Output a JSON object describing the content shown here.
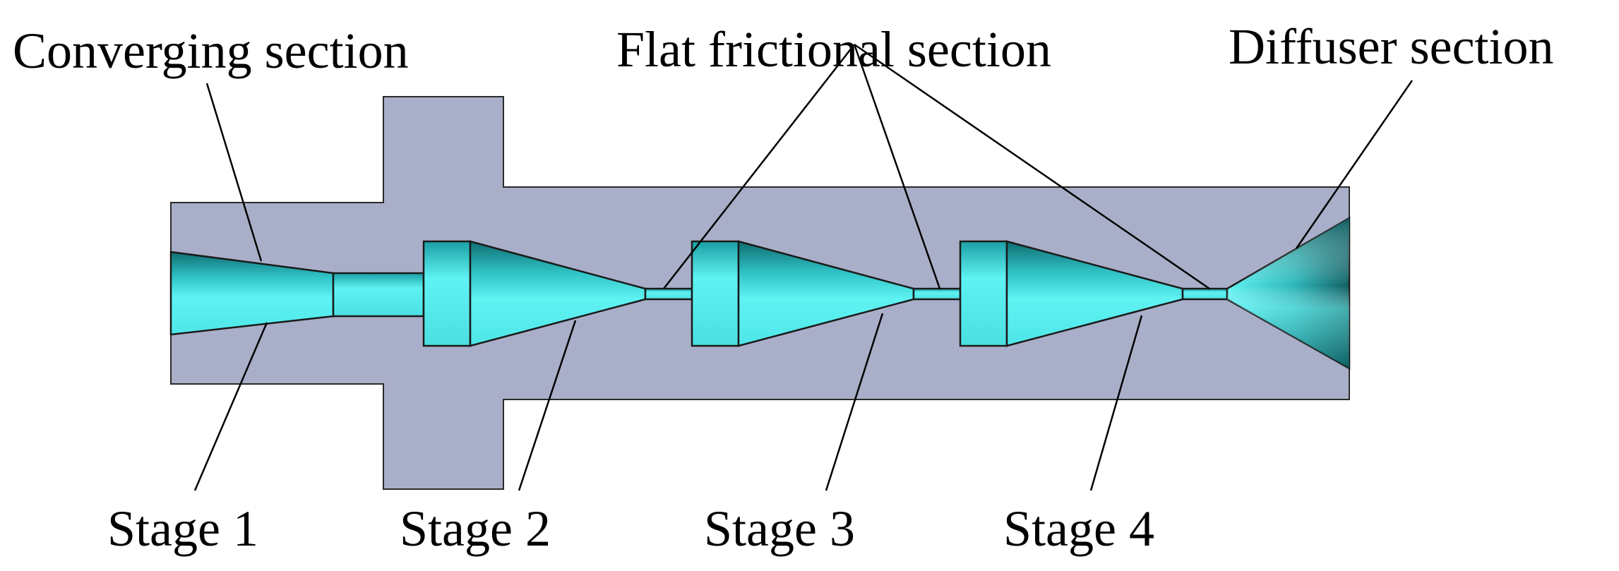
{
  "labels": {
    "converging": "Converging section",
    "flat": "Flat frictional section",
    "diffuser": "Diffuser section",
    "stage1": "Stage 1",
    "stage2": "Stage 2",
    "stage3": "Stage 3",
    "stage4": "Stage 4"
  },
  "colors": {
    "body": "#a9afc8",
    "channel_light": "#5ff2f2",
    "channel_dark": "#0e6f73",
    "lines": "#000000"
  }
}
